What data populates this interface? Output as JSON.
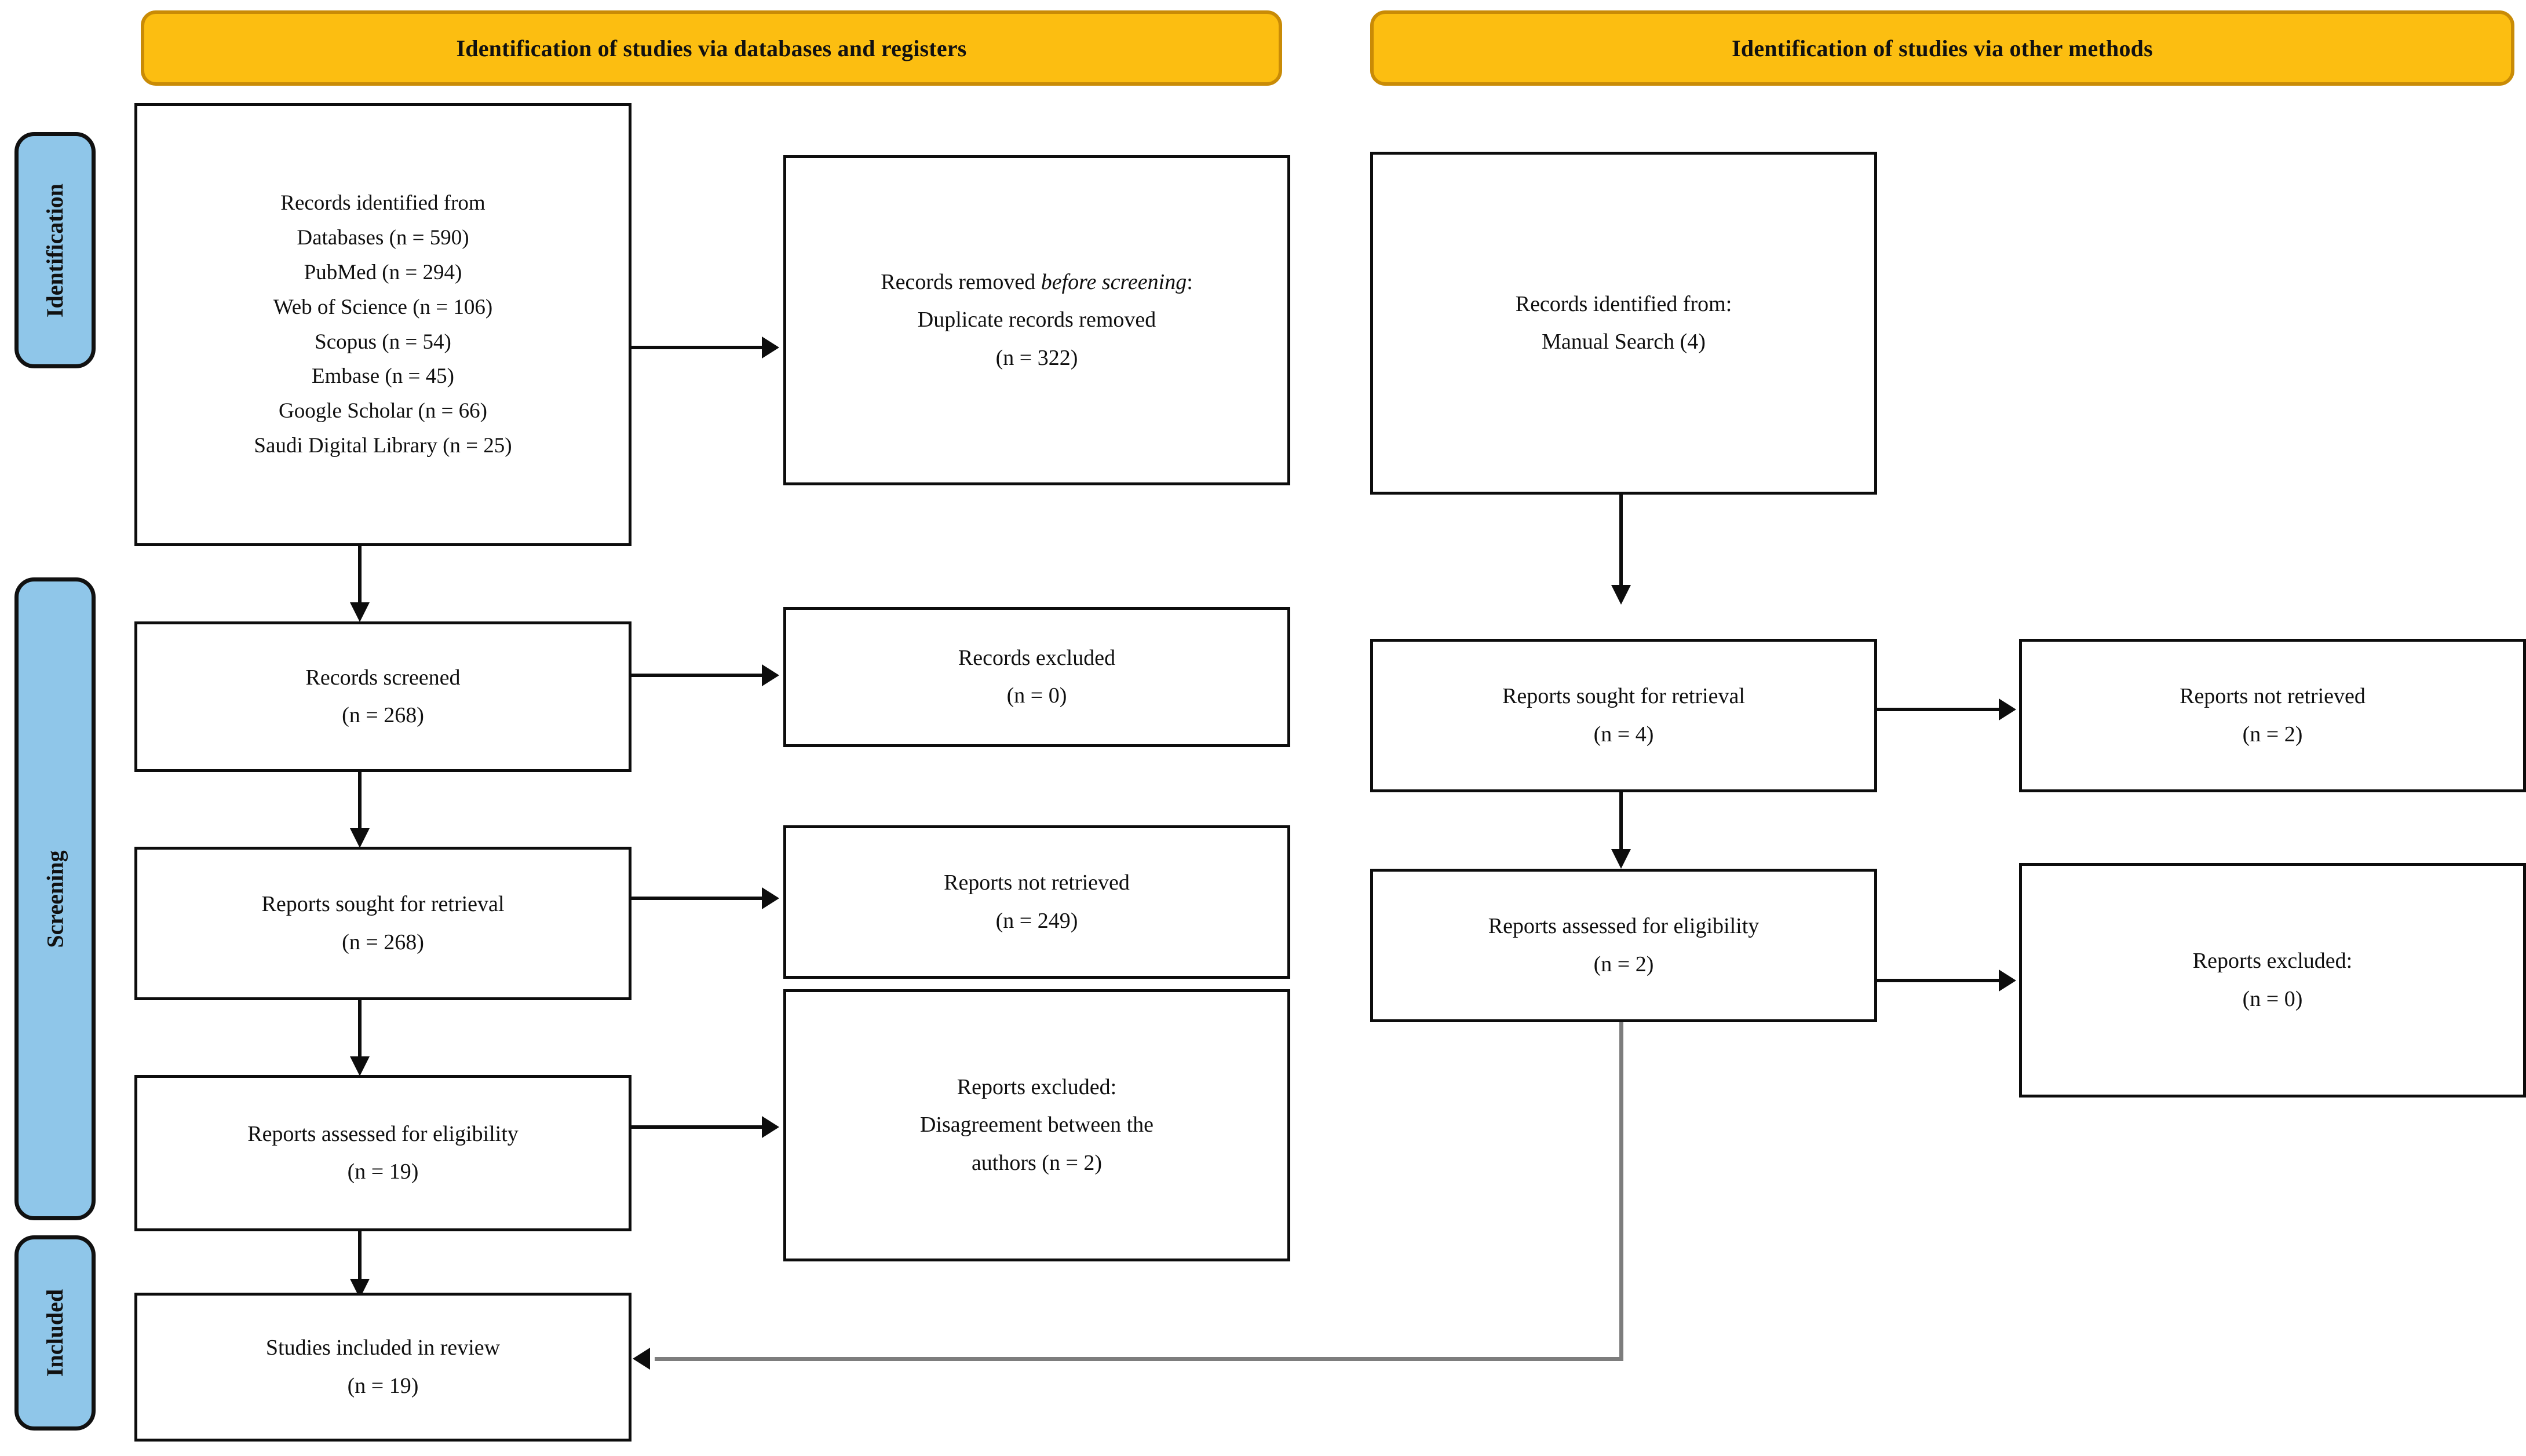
{
  "banners": [
    {
      "id": "db-banner",
      "label": "Identification of studies via databases and registers"
    },
    {
      "id": "other-banner",
      "label": "Identification of studies via other methods"
    }
  ],
  "phase_labels": [
    {
      "id": "identification",
      "label": "Identification"
    },
    {
      "id": "screening",
      "label": "Screening"
    },
    {
      "id": "included",
      "label": "Included"
    }
  ],
  "colors": {
    "banner_fill": "#FCBE11",
    "banner_border": "#C98B06",
    "phase_fill": "#8FC6E9",
    "box_border": "#0D0D0D",
    "connector": "#0D0D0D",
    "connector_gray": "#7D7D7D"
  },
  "boxes": {
    "records_identified": {
      "lines": [
        "Records identified from",
        "Databases (n = 590)",
        "PubMed (n = 294)",
        "Web of Science (n = 106)",
        "Scopus (n = 54)",
        "Embase (n = 45)",
        "Google Scholar (n = 66)",
        "Saudi Digital Library (n = 25)"
      ]
    },
    "records_removed": {
      "line1_pre": "Records removed ",
      "line1_em": "before screening",
      "line1_post": ":",
      "line2": "Duplicate records removed",
      "line3": "(n = 322)"
    },
    "records_screened": {
      "lines": [
        "Records screened",
        "(n = 268)"
      ]
    },
    "records_excluded": {
      "lines": [
        "Records excluded",
        "(n = 0)"
      ]
    },
    "reports_sought_left": {
      "lines": [
        "Reports sought for retrieval",
        "(n = 268)"
      ]
    },
    "reports_not_retrieved_left": {
      "lines": [
        "Reports not retrieved",
        "(n = 249)"
      ]
    },
    "reports_assessed_left": {
      "lines": [
        "Reports assessed for eligibility",
        "(n = 19)"
      ]
    },
    "reports_excluded_left": {
      "lines": [
        "Reports excluded:",
        "Disagreement between the",
        "authors (n = 2)"
      ]
    },
    "studies_included": {
      "lines": [
        "Studies included in review",
        "(n = 19)"
      ]
    },
    "records_identified_other": {
      "lines": [
        "Records identified from:",
        "Manual Search (4)"
      ]
    },
    "reports_sought_right": {
      "lines": [
        "Reports sought for retrieval",
        "(n = 4)"
      ]
    },
    "reports_not_retrieved_right": {
      "lines": [
        "Reports not retrieved",
        "(n = 2)"
      ]
    },
    "reports_assessed_right": {
      "lines": [
        "Reports assessed for eligibility",
        "(n = 2)"
      ]
    },
    "reports_excluded_right": {
      "lines": [
        "Reports excluded:",
        "(n = 0)"
      ]
    }
  }
}
